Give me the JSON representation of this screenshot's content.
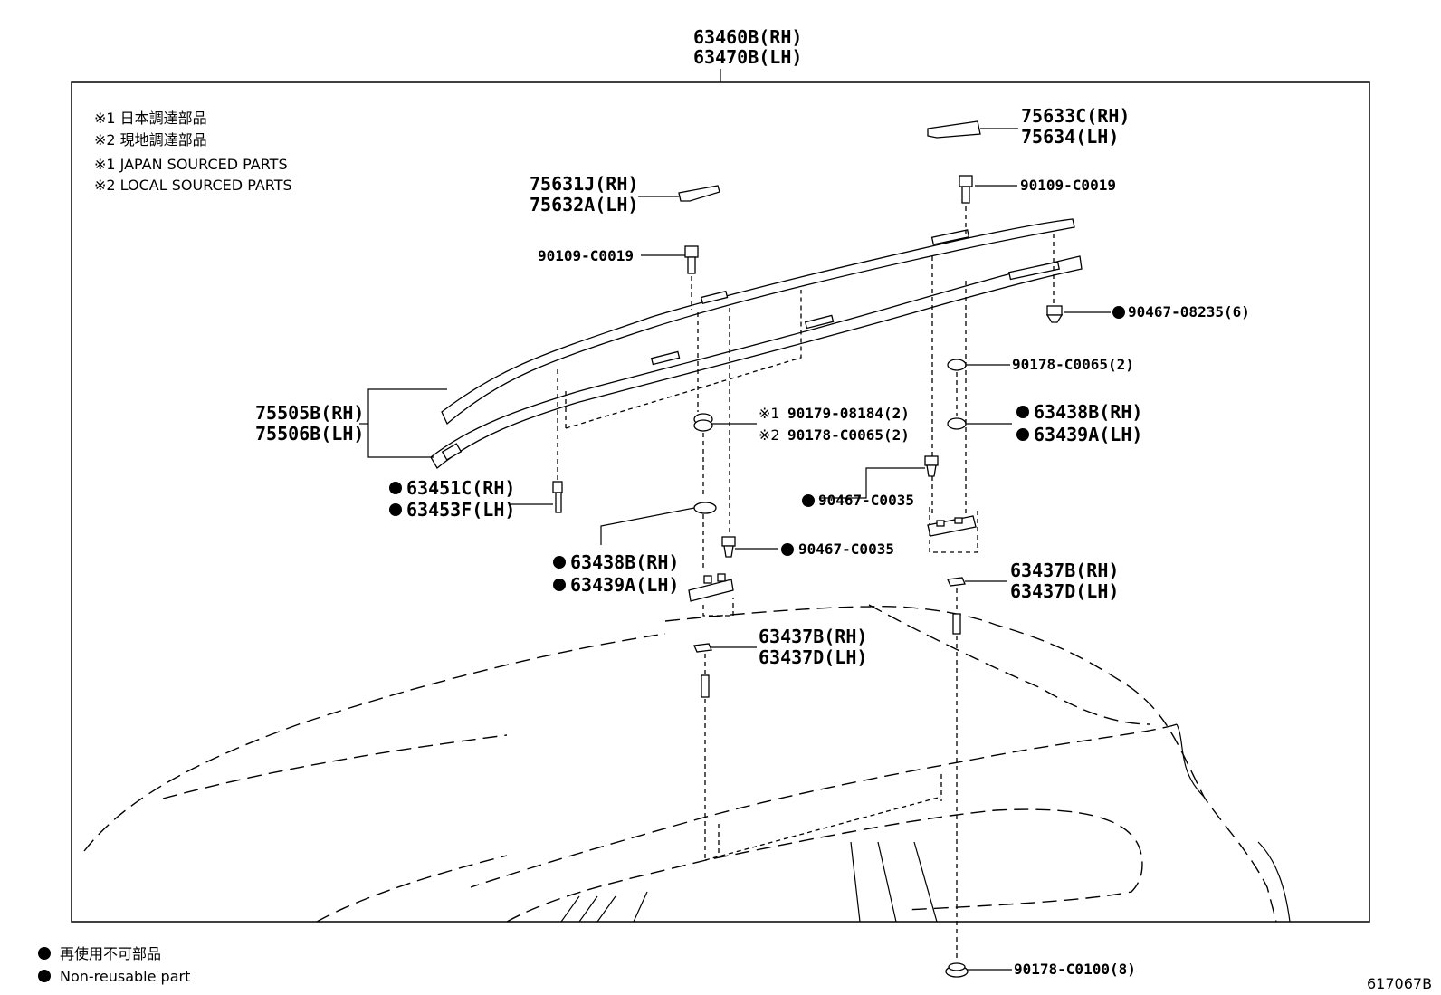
{
  "diagram": {
    "figure_id": "617067B",
    "top_assembly": {
      "rh": "63460B(RH)",
      "lh": "63470B(LH)"
    },
    "notes": [
      "※1 日本調達部品",
      "※2 現地調達部品",
      "※1 JAPAN SOURCED PARTS",
      "※2 LOCAL SOURCED PARTS"
    ],
    "legend": {
      "jp": "再使用不可部品",
      "en": "Non-reusable part"
    },
    "parts": {
      "cover_rear": {
        "rh": "75633C(RH)",
        "lh": "75634(LH)"
      },
      "bolt_rear_top": "90109-C0019",
      "cover_front": {
        "rh": "75631J(RH)",
        "lh": "75632A(LH)"
      },
      "bolt_front_top": "90109-C0019",
      "clip_rear": "90467-08235(6)",
      "nut_rear_upper": "90178-C0065(2)",
      "nut_front_jp": "90179-08184(2)",
      "nut_front_local": "90178-C0065(2)",
      "pad_rear": {
        "rh": "63438B(RH)",
        "lh": "63439A(LH)"
      },
      "rail": {
        "rh": "75505B(RH)",
        "lh": "75506B(LH)"
      },
      "clip_rear_mid": "90467-C0035",
      "clip_front_end": {
        "rh": "63451C(RH)",
        "lh": "63453F(LH)"
      },
      "pad_front": {
        "rh": "63438B(RH)",
        "lh": "63439A(LH)"
      },
      "clip_front_mid": "90467-C0035",
      "bracket_rear": {
        "rh": "63437B(RH)",
        "lh": "63437D(LH)"
      },
      "bracket_front": {
        "rh": "63437B(RH)",
        "lh": "63437D(LH)"
      },
      "nut_bottom": "90178-C0100(8)"
    },
    "marks": {
      "jp": "※1",
      "local": "※2"
    }
  }
}
